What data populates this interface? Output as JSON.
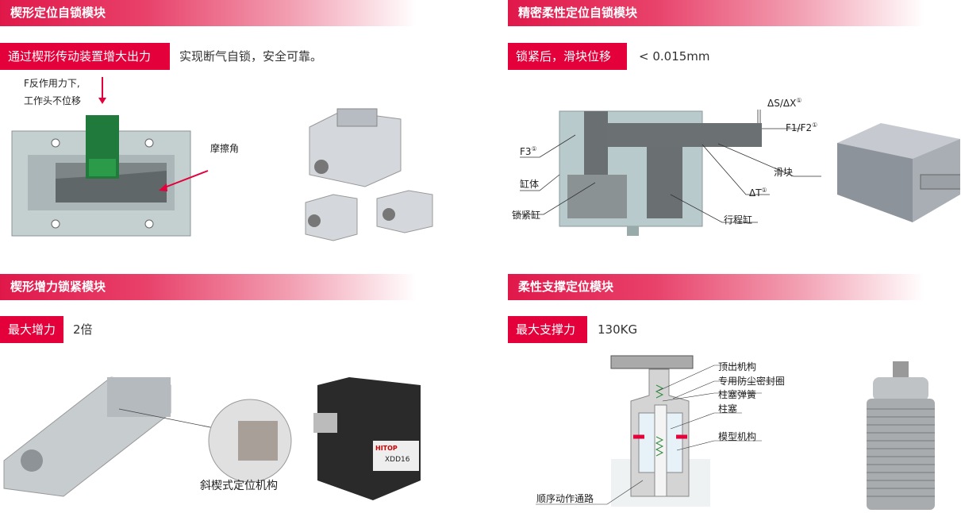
{
  "sections": [
    {
      "title": "楔形定位自锁模块",
      "tag": "通过楔形传动装置增大出力",
      "desc": "实现断气自锁，安全可靠。",
      "labels": {
        "force_line1": "F反作用力下,",
        "force_line2": "工作头不位移",
        "friction": "摩擦角"
      }
    },
    {
      "title": "精密柔性定位自锁模块",
      "tag": "锁紧后，滑块位移",
      "desc": "< 0.015mm",
      "labels": {
        "ds_dx": "ΔS/ΔX",
        "f1f2": "F1/F2",
        "f3": "F3",
        "cylinder_body": "缸体",
        "slider": "滑块",
        "dt": "ΔT",
        "lock_cylinder": "锁紧缸",
        "stroke_cylinder": "行程缸",
        "note_mark": "①"
      }
    },
    {
      "title": "楔形增力锁紧模块",
      "tag": "最大增力",
      "desc": "2倍",
      "labels": {
        "wedge_mechanism": "斜楔式定位机构",
        "brand": "HITOP",
        "model": "XDD16"
      }
    },
    {
      "title": "柔性支撑定位模块",
      "tag": "最大支撑力",
      "desc": "130KG",
      "labels": {
        "ejector": "顶出机构",
        "dust_seal": "专用防尘密封圈",
        "plunger_spring": "柱塞弹簧",
        "plunger": "柱塞",
        "mold_mechanism": "模型机构",
        "sequence_path": "顺序动作通路"
      }
    }
  ],
  "colors": {
    "accent": "#e4003a",
    "metal": "#b8bec4",
    "green": "#2e8b3e"
  }
}
